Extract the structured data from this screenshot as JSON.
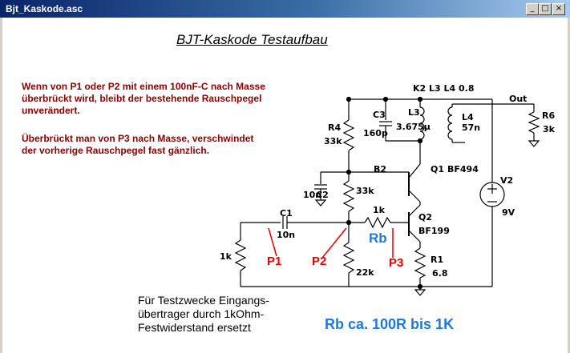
{
  "window": {
    "title": "Bjt_Kaskode.asc",
    "min": "_",
    "max": "□",
    "close": "×"
  },
  "heading": "BJT-Kaskode Testaufbau",
  "notes": [
    "Wenn von P1 oder P2 mit einem 100nF-C nach Masse",
    "überbrückt wird, bleibt der bestehende Rauschpegel",
    "unverändert.",
    "Überbrückt man von P3 nach Masse, verschwindet",
    "der vorherige Rauschpegel fast gänzlich."
  ],
  "labels": {
    "directive": "K2 L3 L4 0.8",
    "out": "Out",
    "r6": "R6",
    "r6v": "3k",
    "r4": "R4",
    "r4v": "33k",
    "c3": "C3",
    "c3v": "160p",
    "l3": "L3",
    "l3v": "3.675µ",
    "l4": "L4",
    "l4v": "57n",
    "b2": "B2",
    "q1": "Q1",
    "q1v": "BF494",
    "c2": "C2",
    "c2v": "10n",
    "r33k": "33k",
    "v2": "V2",
    "v2v": "9V",
    "c1": "C1",
    "c1v": "10n",
    "r1k_b": "1k",
    "q2": "Q2",
    "q2v": "BF199",
    "r1k_in": "1k",
    "r1": "R1",
    "r1v": "6.8",
    "r22k": "22k"
  },
  "probes": {
    "p1": "P1",
    "p2": "P2",
    "p3": "P3"
  },
  "rb": "Rb",
  "footnote": [
    "Für Testzwecke Eingangs-",
    "übertrager durch 1kOhm-",
    "Festwiderstand ersetzt"
  ],
  "rb_range": "Rb ca. 100R bis 1K"
}
